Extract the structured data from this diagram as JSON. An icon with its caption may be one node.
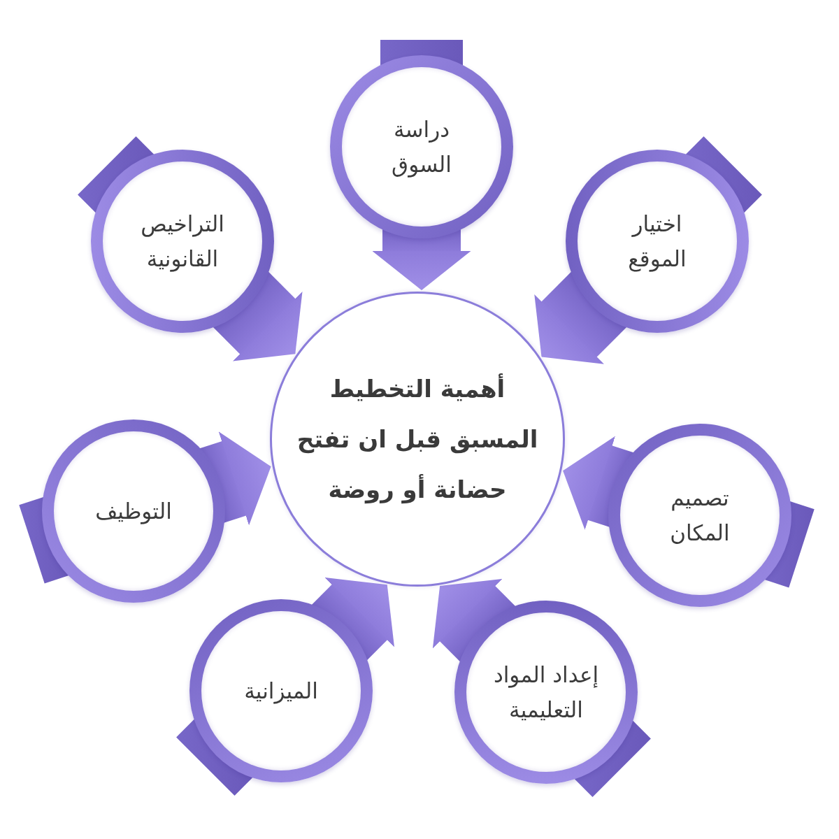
{
  "diagram": {
    "nodes": [
      {
        "text": [
          "أهمية التخطيط المسبق قبل ان تفتح حضانة أو روضة"
        ]
      },
      {
        "text": [
          "دراسة السوق"
        ]
      },
      {
        "text": [
          "اختيار الموقع"
        ]
      },
      {
        "text": [
          "تصميم المكان"
        ]
      },
      {
        "text": [
          "إعداد المواد التعليمية"
        ]
      },
      {
        "text": [
          "الميزانية"
        ]
      },
      {
        "text": [
          "التوظيف"
        ]
      },
      {
        "text": [
          "التراخيص القانونية"
        ]
      }
    ],
    "edges": [
      {
        "from": 1,
        "to": 0,
        "arrow": "to"
      },
      {
        "from": 2,
        "to": 0,
        "arrow": "to"
      },
      {
        "from": 3,
        "to": 0,
        "arrow": "to"
      },
      {
        "from": 4,
        "to": 0,
        "arrow": "to"
      },
      {
        "from": 5,
        "to": 0,
        "arrow": "to"
      },
      {
        "from": 6,
        "to": 0,
        "arrow": "to"
      },
      {
        "from": 7,
        "to": 0,
        "arrow": "to"
      }
    ]
  }
}
